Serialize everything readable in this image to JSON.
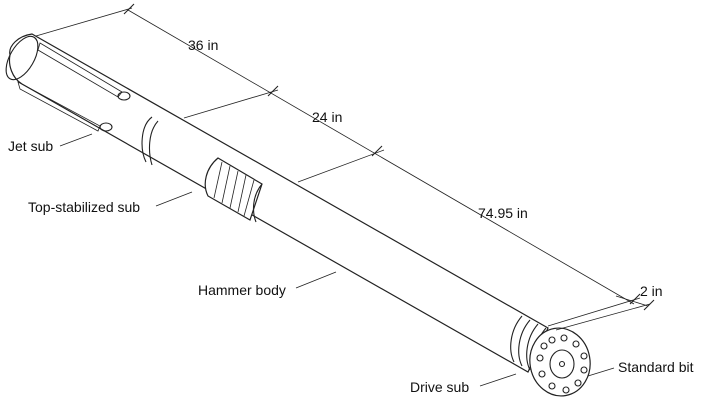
{
  "dimensions": [
    {
      "id": "dim-36",
      "label": "36 in"
    },
    {
      "id": "dim-24",
      "label": "24 in"
    },
    {
      "id": "dim-7495",
      "label": "74.95 in"
    },
    {
      "id": "dim-2",
      "label": "2 in"
    }
  ],
  "callouts": {
    "jet_sub": "Jet sub",
    "top_stabilized_sub": "Top-stabilized sub",
    "hammer_body": "Hammer body",
    "drive_sub": "Drive sub",
    "standard_bit": "Standard bit"
  },
  "colors": {
    "line": "#222222",
    "fill": "#ffffff",
    "text": "#111111"
  }
}
